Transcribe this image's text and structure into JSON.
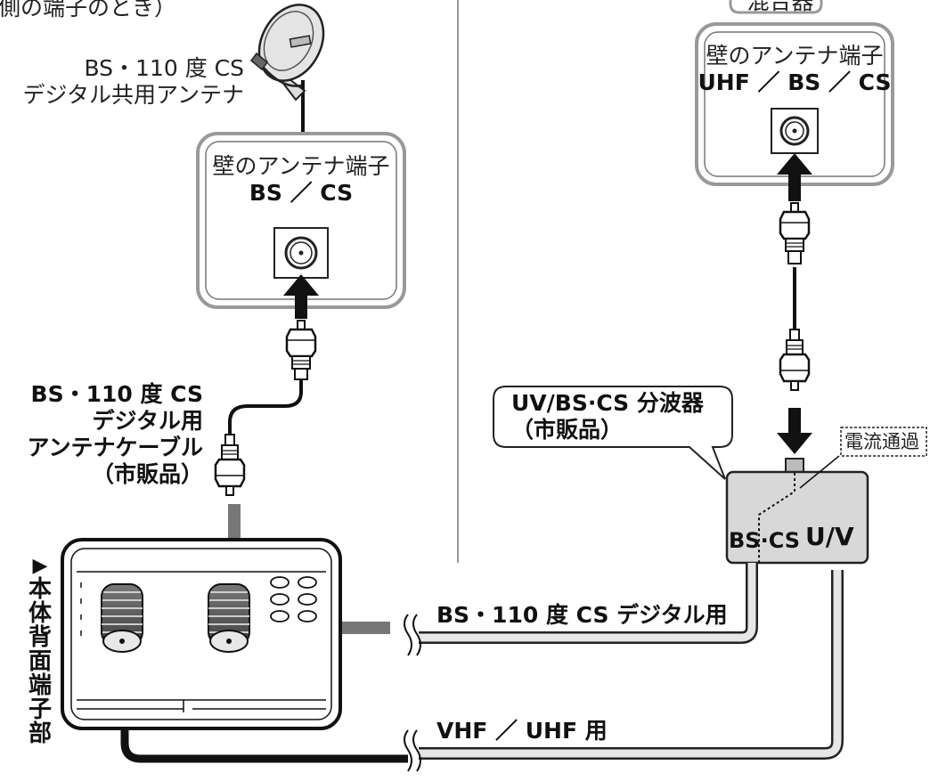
{
  "top_left_note": "側の端子のとき）",
  "dish_label": [
    "BS・110 度 CS",
    "デジタル共用アンテナ"
  ],
  "top_right_box": "混合器",
  "wall_left": {
    "title": "壁のアンテナ端子",
    "sub": "BS ／ CS"
  },
  "wall_right": {
    "title": "壁のアンテナ端子",
    "sub": "UHF ／ BS ／ CS"
  },
  "cable_label": [
    "BS・110 度 CS",
    "デジタル用",
    "アンテナケーブル",
    "（市販品）"
  ],
  "splitter_callout": [
    "UV/BS·CS 分波器",
    "（市販品）"
  ],
  "splitter_ports": {
    "left": "BS·CS",
    "right": "U/V"
  },
  "power_pass_label": "電流通過",
  "unit_label": [
    "▶",
    "本",
    "体",
    "背",
    "面",
    "端",
    "子",
    "部"
  ],
  "cable_bs_label": "BS・110 度 CS デジタル用",
  "cable_vhf_label": "VHF ／ UHF 用"
}
